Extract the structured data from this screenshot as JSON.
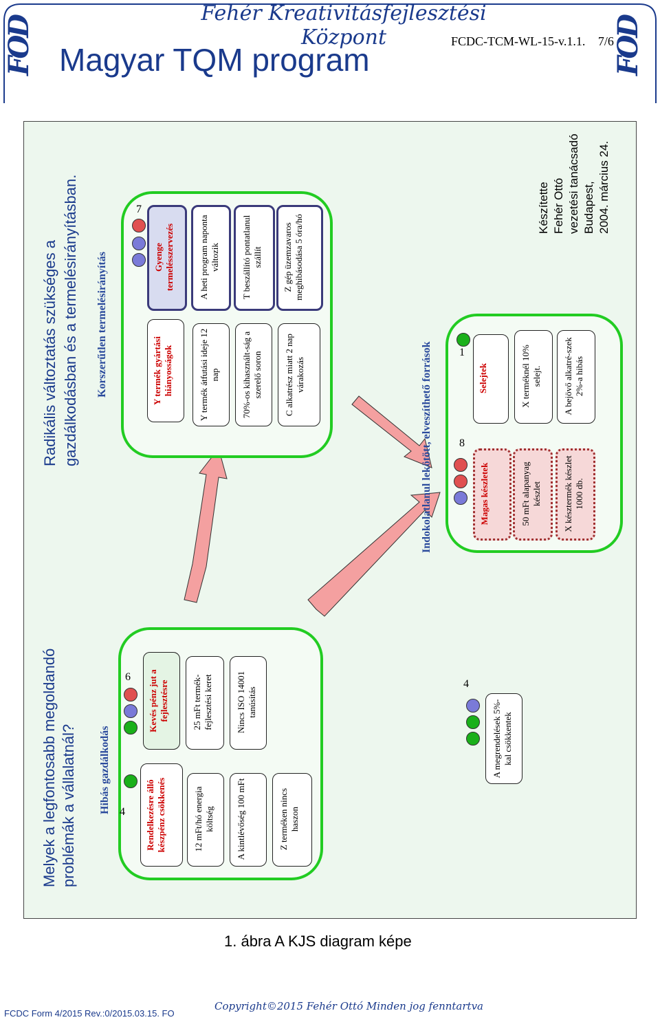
{
  "header": {
    "org": "Fehér Kreativitásfejlesztési Központ",
    "program": "Magyar TQM program",
    "doc_code": "FCDC-TCM-WL-15-v.1.1.",
    "page": "7/6",
    "logo": "FOD"
  },
  "diagram": {
    "question": "Melyek a legfontosabb megoldandó problémák a vállalatnál?",
    "answer": "Radikális változtatás szükséges a gazdálkodásban és a termelésirányításban.",
    "author_lines": [
      "Készítette",
      "Fehér Ottó",
      "vezetési tanácsadó",
      "Budapest,",
      "2004. március 24."
    ],
    "groups": {
      "hibas": {
        "title": "Hibás gazdálkodás",
        "col1": {
          "score": "4",
          "title": "Rendelkezésre álló készpénz csökkenés",
          "items": [
            "12 mFt/hó energia költség",
            "A kintlévőség 100 mFt",
            "Z terméken nincs haszon"
          ]
        },
        "col2": {
          "score": "6",
          "title": "Kevés pénz jut a fejlesztésre",
          "items": [
            "25 mFt termék-fejlesztési keret",
            "Nincs ISO 14001 tanúsítás"
          ]
        }
      },
      "korszerutlen": {
        "title": "Korszerűtlen termelésirányítás",
        "col1": {
          "title": "Y termék gyártási hiányosságok",
          "items": [
            "Y termék átfutási ideje 12 nap",
            "70%-os kihasznált-ság a szerelő soron",
            "C alkatrész miatt 2 nap várakozás"
          ]
        },
        "col2": {
          "score": "7",
          "title": "Gyenge termelésszervezés",
          "items": [
            "A heti program naponta változik",
            "T beszállító pontatlanul szállít",
            "Z gép üzemzavaros meghibásodása 5 óra/hó"
          ]
        }
      },
      "indokolatlan": {
        "title": "Indokolatlanul lekötött, elveszíthető források",
        "col1": {
          "score": "8",
          "title": "Magas készletek",
          "items": [
            "50 mFt alapanyag készlet",
            "X késztermék készlet 1000 db."
          ]
        },
        "col2": {
          "score": "1",
          "title": "Selejtek",
          "items": [
            "X terméknél 10% selejt.",
            "A bejövő alkatré-szek 2%-a hibás"
          ]
        }
      },
      "orders": {
        "score": "4",
        "text": "A megrendelések 5%-kal csökkentek"
      }
    }
  },
  "caption": "1. ábra A KJS diagram képe",
  "footer": {
    "form": "FCDC Form 4/2015 Rev.:0/2015.03.15. FO",
    "copyright": "Copyright©2015 Fehér Ottó Minden jog fenntartva"
  },
  "colors": {
    "green_border": "#22cc22",
    "arrow_fill": "#f4a0a0",
    "title_blue": "#1a3a8c",
    "red_text": "#cc0000"
  }
}
